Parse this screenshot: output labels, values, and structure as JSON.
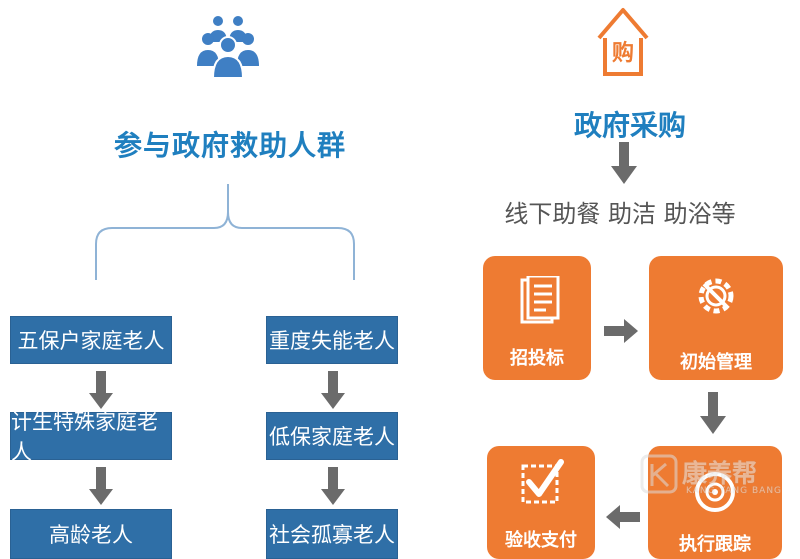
{
  "left": {
    "icon": "group-of-people-icon",
    "title": "参与政府救助人群",
    "col1": [
      "五保户家庭老人",
      "计生特殊家庭老人",
      "高龄老人"
    ],
    "col2": [
      "重度失能老人",
      "低保家庭老人",
      "社会孤寡老人"
    ]
  },
  "right": {
    "icon": "house-purchase-icon",
    "icon_text": "购",
    "title": "政府采购",
    "subtitle": "线下助餐 助洁 助浴等",
    "cards": {
      "bidding": "招投标",
      "initial_management": "初始管理",
      "execution_tracking": "执行跟踪",
      "acceptance_payment": "验收支付"
    },
    "card_icons": {
      "bidding": "document-list-icon",
      "initial_management": "gear-wrench-icon",
      "execution_tracking": "target-icon",
      "acceptance_payment": "checkbox-check-icon"
    }
  },
  "watermark": {
    "text": "康养帮",
    "subtext": "KANG YANG BANG"
  },
  "colors": {
    "blue_title": "#1f7fbf",
    "blue_box": "#2f6fa7",
    "orange": "#ee7b32",
    "arrow": "#6b6b6b",
    "brace": "#8fb3d6"
  }
}
